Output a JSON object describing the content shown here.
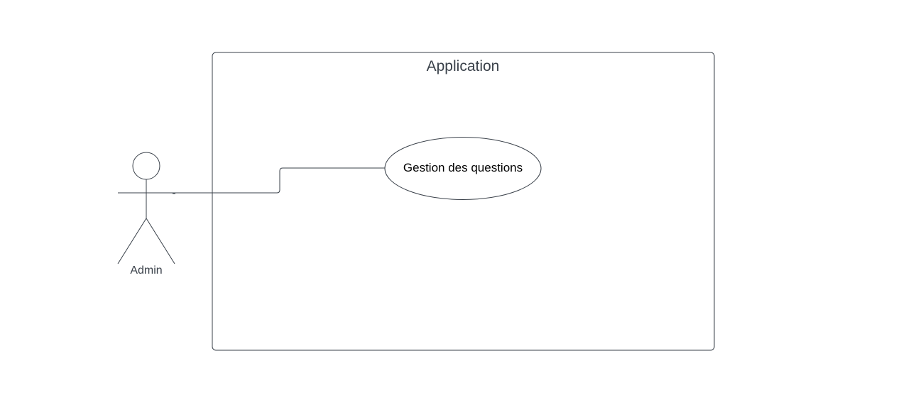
{
  "diagram": {
    "type": "use-case",
    "system": {
      "title": "Application"
    },
    "actors": [
      {
        "label": "Admin"
      }
    ],
    "use_cases": [
      {
        "label": "Gestion des questions"
      }
    ],
    "associations": [
      {
        "from": "Admin",
        "to": "Gestion des questions"
      }
    ],
    "colors": {
      "line": "#3a414a",
      "text": "#3a414a",
      "background": "#ffffff"
    }
  }
}
